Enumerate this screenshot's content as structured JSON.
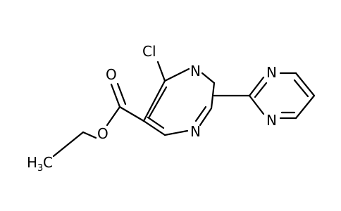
{
  "atoms": {
    "chlorine": "Cl",
    "carbonyl_oxygen": "O",
    "ester_oxygen": "O",
    "methyl_h": "H",
    "methyl_sub": "3",
    "methyl_c": "C",
    "ring_a_n1": "N",
    "ring_a_n3": "N",
    "ring_b_n1": "N",
    "ring_b_n3": "N"
  },
  "colors": {
    "bond": "#000000",
    "background": "#ffffff"
  }
}
